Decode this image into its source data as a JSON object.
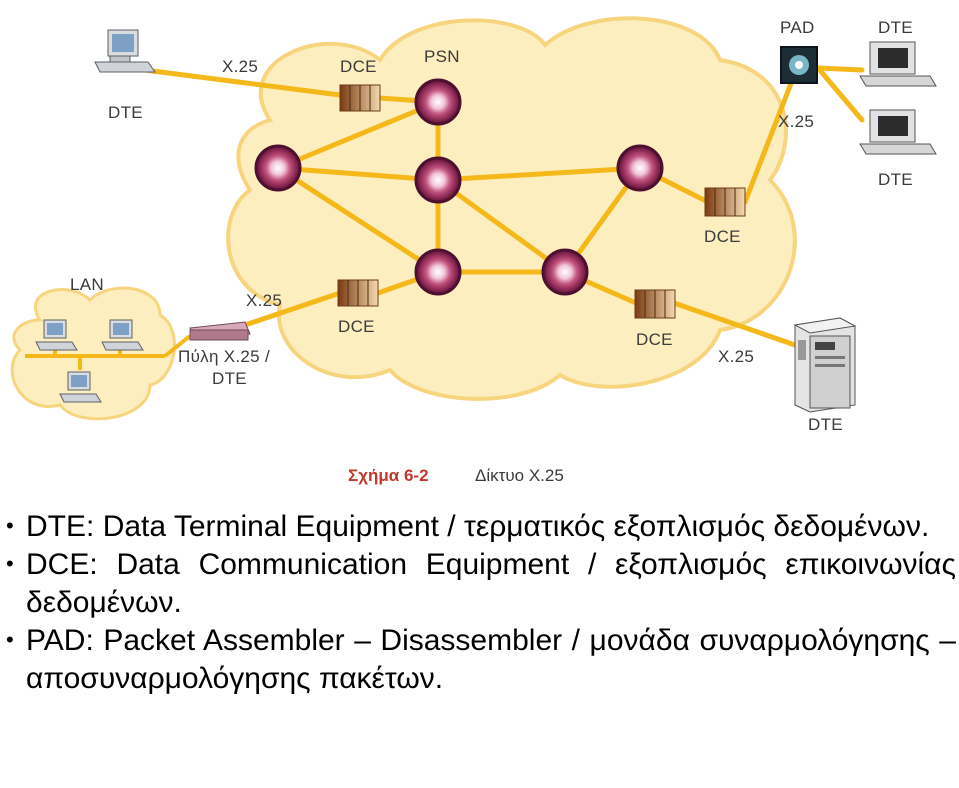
{
  "diagram": {
    "labels": {
      "dte_top_left": "DTE",
      "x25_top_left": "X.25",
      "dce_top": "DCE",
      "psn": "PSN",
      "pad": "PAD",
      "dte_top_right_1": "DTE",
      "x25_right": "X.25",
      "dte_top_right_2": "DTE",
      "dce_right": "DCE",
      "lan": "LAN",
      "x25_lan": "X.25",
      "dce_left": "DCE",
      "gateway_line1": "Πύλη X.25 /",
      "gateway_line2": "DTE",
      "dce_bottom": "DCE",
      "x25_bottom": "X.25",
      "dte_bottom_right": "DTE"
    },
    "caption_number": "Σχήμα 6-2",
    "caption_text": "Δίκτυο X.25",
    "colors": {
      "cloud": "#fdeec0",
      "cloud_edge": "#f6d57e",
      "link": "#f5b81a",
      "node_outer": "#7a1f4a",
      "node_ring": "#d87fa8"
    }
  },
  "bullets": [
    {
      "term": "DTE:",
      "text": "Data Terminal Equipment / τερματικός εξοπλισμός δεδομένων."
    },
    {
      "term": "DCE:",
      "text": "Data Communication Equipment / εξοπλισμός επικοινωνίας δεδομένων."
    },
    {
      "term": "PAD:",
      "text": "Packet Assembler – Disassembler / μονάδα συναρμολόγησης – αποσυναρμολόγησης πακέτων."
    }
  ]
}
